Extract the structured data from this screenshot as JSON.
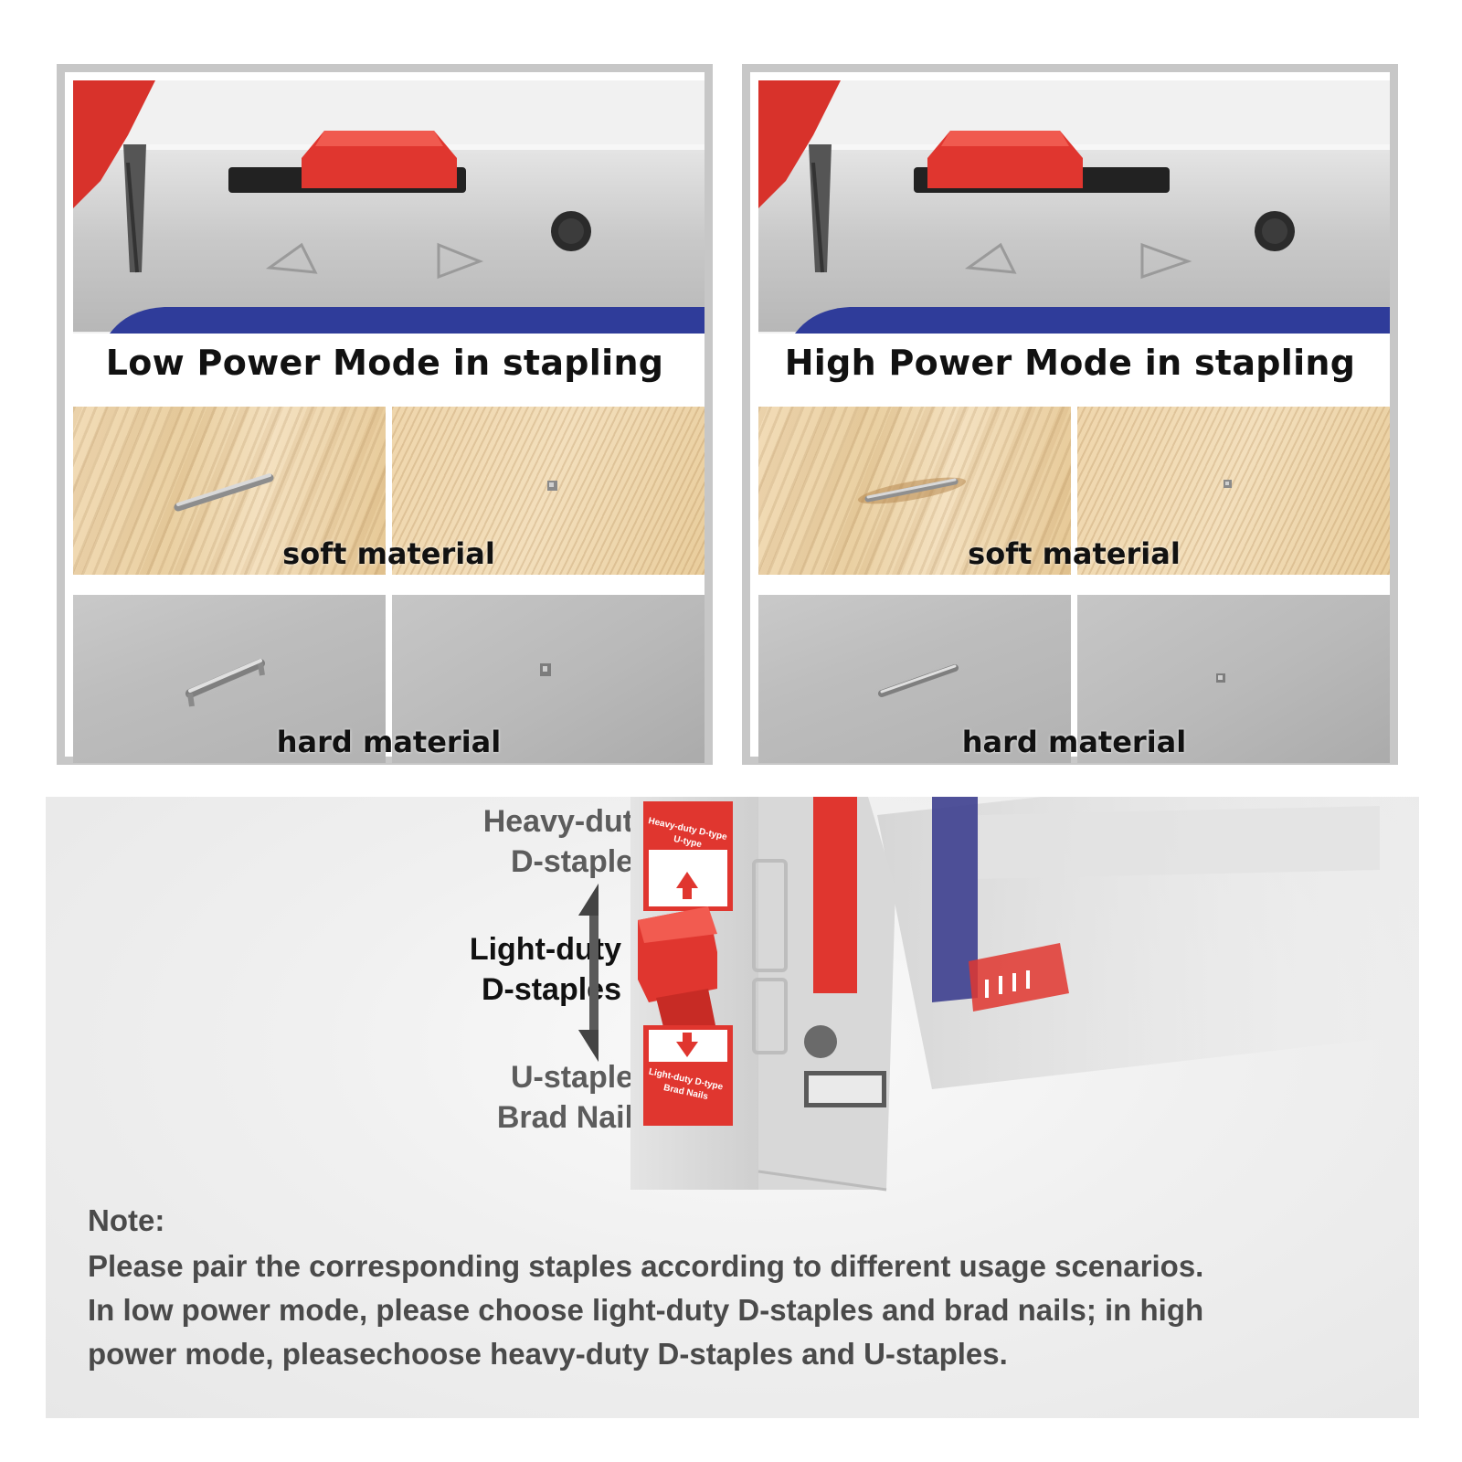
{
  "panels": {
    "low": {
      "title": "Low Power Mode in stapling",
      "soft_label": "soft material",
      "hard_label": "hard material"
    },
    "high": {
      "title": "High Power Mode in stapling",
      "soft_label": "soft material",
      "hard_label": "hard material"
    }
  },
  "selector": {
    "upper_option": {
      "line1": "Heavy-duty",
      "line2": "D-staples"
    },
    "middle_option": {
      "line1": "Light-duty",
      "line2": "D-staples"
    },
    "lower_option": {
      "line1": "U-staples",
      "line2": "Brad Nails"
    },
    "sticker_top": {
      "line1": "Heavy-duty D-type",
      "line2": "U-type"
    },
    "sticker_bottom": {
      "line1": "Light-duty D-type",
      "line2": "Brad Nails"
    }
  },
  "note": {
    "heading": "Note:",
    "line1": "Please pair the corresponding staples according to different usage scenarios.",
    "line2": "In low power mode, please choose light-duty D-staples and brad nails; in high",
    "line3": "power mode, pleasechoose heavy-duty D-staples and U-staples."
  },
  "colors": {
    "accent_red": "#e0362f",
    "tool_silver": "#c9c9c9",
    "handle_blue": "#2f3c9a",
    "panel_border": "#c7c7c7",
    "note_text": "#4a4a4a"
  }
}
